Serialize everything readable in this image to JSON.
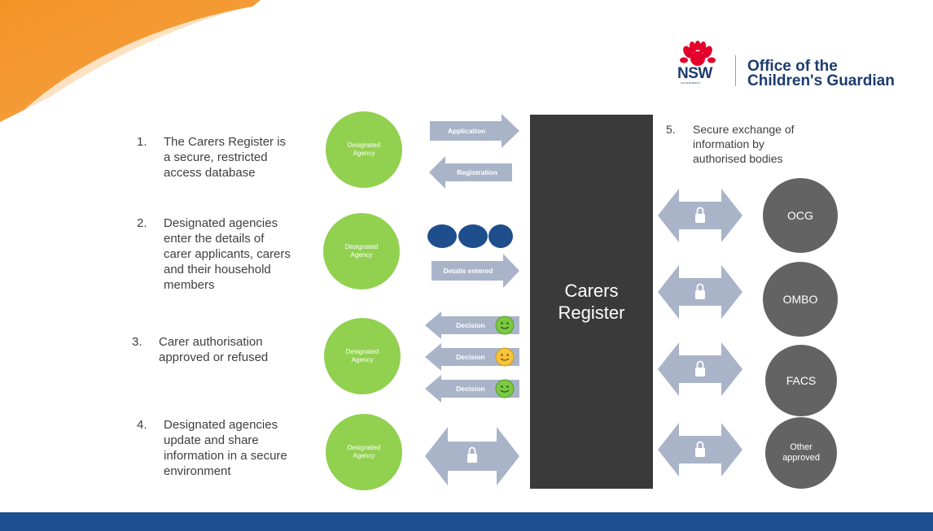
{
  "logo": {
    "nsw_text": "NSW",
    "gov_text": "GOVERNMENT",
    "org_line1": "Office of the",
    "org_line2": "Children's Guardian"
  },
  "steps": [
    {
      "num": "1.",
      "lines": [
        "The Carers Register is",
        "a secure, restricted",
        "access database"
      ]
    },
    {
      "num": "2.",
      "lines": [
        "Designated agencies",
        "enter the details of",
        "carer applicants, carers",
        "and their household",
        "members"
      ]
    },
    {
      "num": "3.",
      "lines": [
        "Carer authorisation",
        "approved or refused"
      ]
    },
    {
      "num": "4.",
      "lines": [
        "Designated agencies",
        "update and share",
        "information in a secure",
        "environment"
      ]
    },
    {
      "num": "5.",
      "lines": [
        "Secure exchange of",
        "information by",
        "authorised bodies"
      ]
    }
  ],
  "agency_label": "Designated Agency",
  "arrows": {
    "application": "Application",
    "registration": "Registration",
    "details_entered": "Details entered",
    "decision": "Decision"
  },
  "register": {
    "line1": "Carers",
    "line2": "Register"
  },
  "bodies": [
    {
      "line1": "OCG",
      "line2": ""
    },
    {
      "line1": "OMBO",
      "line2": ""
    },
    {
      "line1": "FACS",
      "line2": ""
    },
    {
      "line1": "Other",
      "line2": "approved"
    }
  ],
  "colors": {
    "agency_green": "#92d050",
    "arrow_grey": "#a9b4c9",
    "register_dark": "#3a3a3a",
    "body_grey": "#636363",
    "dot_blue": "#1f4e8c",
    "footer_blue": "#1d4f91",
    "orange": "#f39325",
    "smiley_green": "#7ac943",
    "smiley_yellow": "#f7c33a"
  },
  "icons": [
    "lock-icon",
    "smiley-icon",
    "waratah-icon"
  ]
}
